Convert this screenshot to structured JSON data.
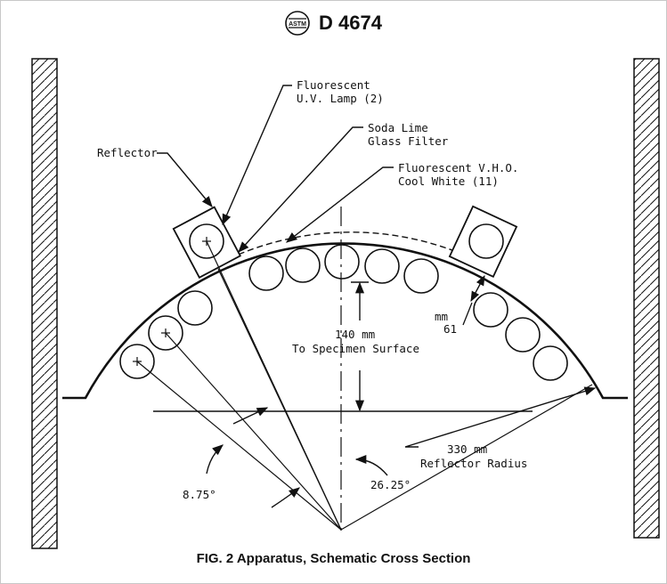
{
  "header": {
    "logo_text": "ASTM",
    "doc_number": "D 4674"
  },
  "labels": {
    "uv_lamp_line1": "Fluorescent",
    "uv_lamp_line2": "U.V. Lamp (2)",
    "glass_line1": "Soda Lime",
    "glass_line2": "Glass Filter",
    "vho_line1": "Fluorescent V.H.O.",
    "vho_line2": "Cool White (11)",
    "reflector": "Reflector",
    "distance_value": "140 mm",
    "distance_desc": "To Specimen Surface",
    "gap_unit": "mm",
    "gap_value": "61",
    "radius_value": "330 mm",
    "radius_desc": "Reflector Radius",
    "angle_small": "8.75°",
    "angle_large": "26.25°"
  },
  "caption": "FIG. 2 Apparatus, Schematic Cross Section"
}
